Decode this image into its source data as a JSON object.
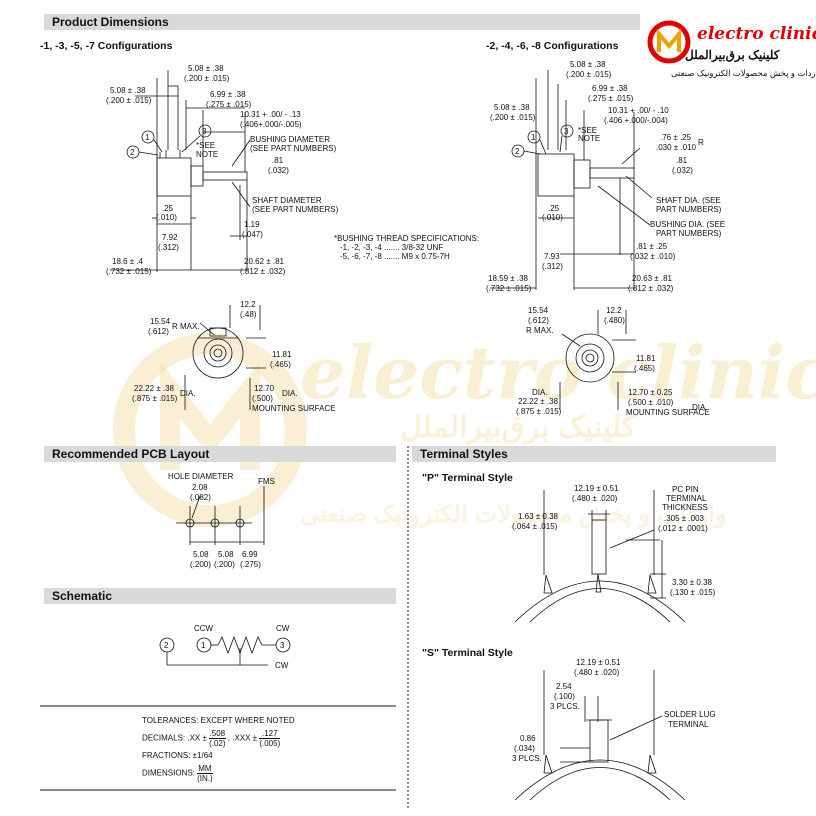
{
  "sections": {
    "product_dimensions": "Product Dimensions",
    "pcb_layout": "Recommended PCB Layout",
    "schematic": "Schematic",
    "terminal_styles": "Terminal Styles"
  },
  "configs": {
    "left": "-1, -3, -5, -7 Configurations",
    "right": "-2, -4, -6, -8 Configurations"
  },
  "logo": {
    "brand": "electro clinic",
    "fa_name": "کلینیک برق‌بیرالملل",
    "fa_tagline": "واردات و پخش محصولات الکترونیک صنعتی"
  },
  "watermark": {
    "brand": "electro clinic",
    "fa_name": "کلینیک برق‌بیرالملل",
    "fa_tagline": "واردات و پخش محصولات الکترونیک صنعتی"
  },
  "left_side": {
    "d1": "5.08 ± .38",
    "d1i": "(.200 ± .015)",
    "d2": "5.08 ± .38",
    "d2i": "(.200 ± .015)",
    "d3": "6.99 ± .38",
    "d3i": "(.275 ± .015)",
    "d4": "10.31 + .00/ - .13",
    "d4i": "(.406+.000/-.005)",
    "bushing": "BUSHING DIAMETER",
    "bushing2": "(SEE PART NUMBERS)",
    "see_note": "*SEE",
    "see_note2": "NOTE",
    "d5": ".81",
    "d5i": "(.032)",
    "shaft": "SHAFT DIAMETER",
    "shaft2": "(SEE PART NUMBERS)",
    "d6": ".25",
    "d6i": "(.010)",
    "d7": "1.19",
    "d7i": "(.047)",
    "d8": "7.92",
    "d8i": "(.312)",
    "d9": "18.6 ± .4",
    "d9i": "(.732 ± .015)",
    "d10": "20.62 ± .81",
    "d10i": "(.812 ± .032)",
    "callout1": "1",
    "callout2": "2",
    "callout3": "3"
  },
  "thread_spec": {
    "line1": "*BUSHING THREAD SPECIFICATIONS:",
    "line2": "-1, -2, -3, -4 ....... 3/8-32 UNF",
    "line3": "-5, -6, -7, -8 ....... M9 x 0.75-7H"
  },
  "right_side": {
    "d1": "5.08 ± .38",
    "d1i": "(.200 ± .015)",
    "d2": "5.08 ± .38",
    "d2i": "(.200 ± .015)",
    "d3": "6.99 ± .38",
    "d3i": "(.275 ± .015)",
    "d4": "10.31 + .00/ - .10",
    "d4i": "(.406 +.000/-.004)",
    "see_note": "*SEE",
    "see_note2": "NOTE",
    "d5": ".76 ± .25",
    "d5i": ".030 ± .010",
    "d5r": "R",
    "d6": ".81",
    "d6i": "(.032)",
    "shaft": "SHAFT DIA. (SEE",
    "shaft2": "PART NUMBERS)",
    "bushing": "BUSHING DIA. (SEE",
    "bushing2": "PART NUMBERS)",
    "d7": ".25",
    "d7i": "(.010)",
    "d8": ".81 ± .25",
    "d8i": "(.032 ± .010)",
    "d9": "7.93",
    "d9i": "(.312)",
    "d10": "18.59 ± .38",
    "d10i": "(.732 ± .015)",
    "d11": "20.63 ± .81",
    "d11i": "(.812 ± .032)",
    "callout1": "1",
    "callout2": "2",
    "callout3": "3"
  },
  "front_left": {
    "r": "15.54",
    "ri": "(.612)",
    "rmax": "R MAX.",
    "w": "12.2",
    "wi": "(.48)",
    "h": "11.81",
    "hi": "(.465)",
    "dia": "22.22 ± .38",
    "diai": "(.875 ± .015)",
    "dial": "DIA.",
    "mount": "12.70",
    "mounti": "(.500)",
    "mountl": "DIA.",
    "mount2": "MOUNTING SURFACE"
  },
  "front_right": {
    "r": "15.54",
    "ri": "(.612)",
    "rmax": "R MAX.",
    "w": "12.2",
    "wi": "(.480)",
    "h": "11.81",
    "hi": "(.465)",
    "dial": "DIA.",
    "dia": "22.22 ± .38",
    "diai": "(.875 ± .015)",
    "mount": "12.70 ± 0.25",
    "mounti": "(.500 ± .010)",
    "mountl": "DIA.",
    "mount2": "MOUNTING SURFACE"
  },
  "pcb": {
    "hole": "HOLE DIAMETER",
    "hole_v": "2.08",
    "hole_i": "(.082)",
    "fms": "FMS",
    "s1": "5.08",
    "s1i": "(.200)",
    "s2": "5.08",
    "s2i": "(.200)",
    "s3": "6.99",
    "s3i": "(.275)"
  },
  "schematic": {
    "ccw": "CCW",
    "cw_top": "CW",
    "cw_bottom": "CW",
    "n1": "1",
    "n2": "2",
    "n3": "3"
  },
  "tolerances": {
    "line1": "TOLERANCES: EXCEPT WHERE NOTED",
    "dec_label": "DECIMALS: .XX ±",
    "dec_a_num": ".508",
    "dec_a_den": "(.02)",
    "dec_mid": ", .XXX ±",
    "dec_b_num": ".127",
    "dec_b_den": "(.005)",
    "fractions": "FRACTIONS: ±1/64",
    "dim_label": "DIMENSIONS:",
    "dim_num": "MM",
    "dim_den": "(IN.)"
  },
  "p_terminal": {
    "title": "\"P\" Terminal Style",
    "w": "12.19 ± 0.51",
    "wi": "(.480 ± .020)",
    "pin": "PC PIN",
    "pin2": "TERMINAL",
    "pin3": "THICKNESS",
    "t": ".305 ± .003",
    "ti": "(.012 ± .0001)",
    "a": "1.63 ± 0.38",
    "ai": "(.064 ± .015)",
    "h": "3.30 ± 0.38",
    "hi": "(.130 ± .015)"
  },
  "s_terminal": {
    "title": "\"S\" Terminal Style",
    "w": "12.19 ± 0.51",
    "wi": "(.480 ± .020)",
    "a": "2.54",
    "ai": "(.100)",
    "ap": "3 PLCS.",
    "b": "0.86",
    "bi": "(.034)",
    "bp": "3 PLCS.",
    "lug": "SOLDER LUG",
    "lug2": "TERMINAL"
  }
}
